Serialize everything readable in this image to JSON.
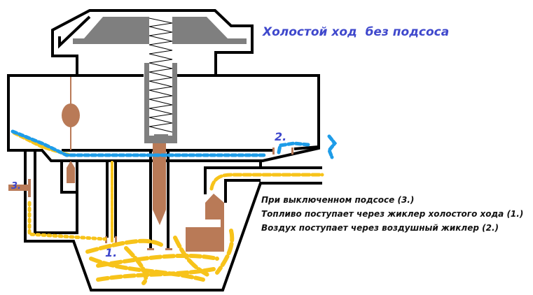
{
  "title": "Холостой ход  без подсоса",
  "labels": {
    "jet_idle": "1.",
    "air_jet": "2.",
    "choke": "3."
  },
  "description": [
    "При выключенном подсосе (3.)",
    "Топливо поступает через жиклер холостого хода (1.)",
    "Воздух поступает через воздушный жиклер (2.)"
  ],
  "colors": {
    "fuel": "#f7c31a",
    "air": "#1e9ce8",
    "parts": "#b97a57",
    "label": "#3f48cc",
    "cap": "#7f7f7f"
  }
}
